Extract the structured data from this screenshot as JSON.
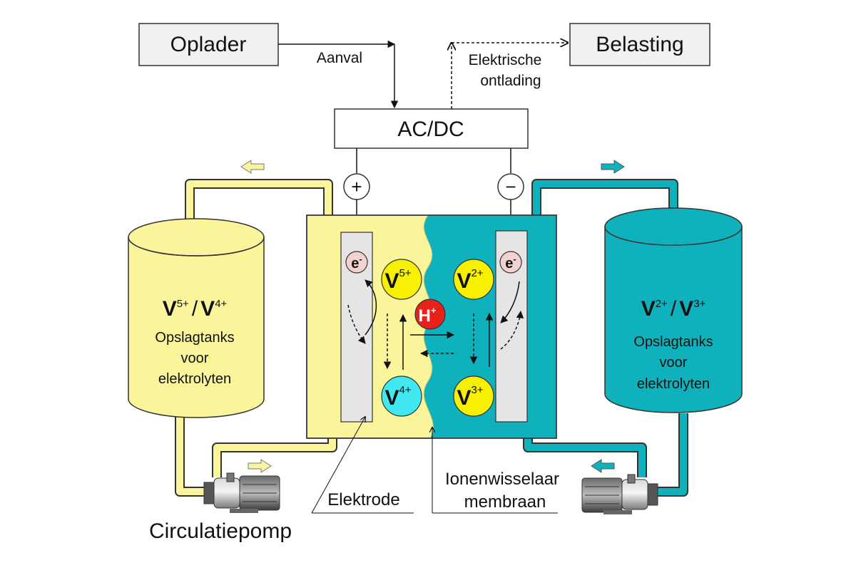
{
  "boxes": {
    "charger": "Oplader",
    "load": "Belasting",
    "converter": "AC/DC"
  },
  "flow_labels": {
    "supply": "Aanval",
    "discharge_line1": "Elektrische",
    "discharge_line2": "ontlading"
  },
  "terminals": {
    "positive": "+",
    "negative": "−"
  },
  "left_tank": {
    "ion_a": "V",
    "ion_a_sup": "5+",
    "slash": "/",
    "ion_b": "V",
    "ion_b_sup": "4+",
    "line1": "Opslagtanks",
    "line2": "voor",
    "line3": "elektrolyten"
  },
  "right_tank": {
    "ion_a": "V",
    "ion_a_sup": "2+",
    "slash": "/",
    "ion_b": "V",
    "ion_b_sup": "3+",
    "line1": "Opslagtanks",
    "line2": "voor",
    "line3": "elektrolyten"
  },
  "ions": {
    "electron": "e",
    "electron_sup": "-",
    "v5": "V",
    "v5_sup": "5+",
    "v4": "V",
    "v4_sup": "4+",
    "v2": "V",
    "v2_sup": "2+",
    "v3": "V",
    "v3_sup": "3+",
    "h": "H",
    "h_sup": "+"
  },
  "callouts": {
    "electrode": "Elektrode",
    "membrane_line1": "Ionenwisselaar",
    "membrane_line2": "membraan",
    "pump": "Circulatiepomp"
  },
  "colors": {
    "positive_electrolyte": "#faf59a",
    "negative_electrolyte": "#0fb1bd",
    "ion_yellow": "#f7f000",
    "ion_cyan": "#41e8ef",
    "proton_red": "#e8221b",
    "electron_pink": "#f4d1d1",
    "electrode_gray": "#e5e5e5",
    "box_gray": "#f0f0f0"
  }
}
